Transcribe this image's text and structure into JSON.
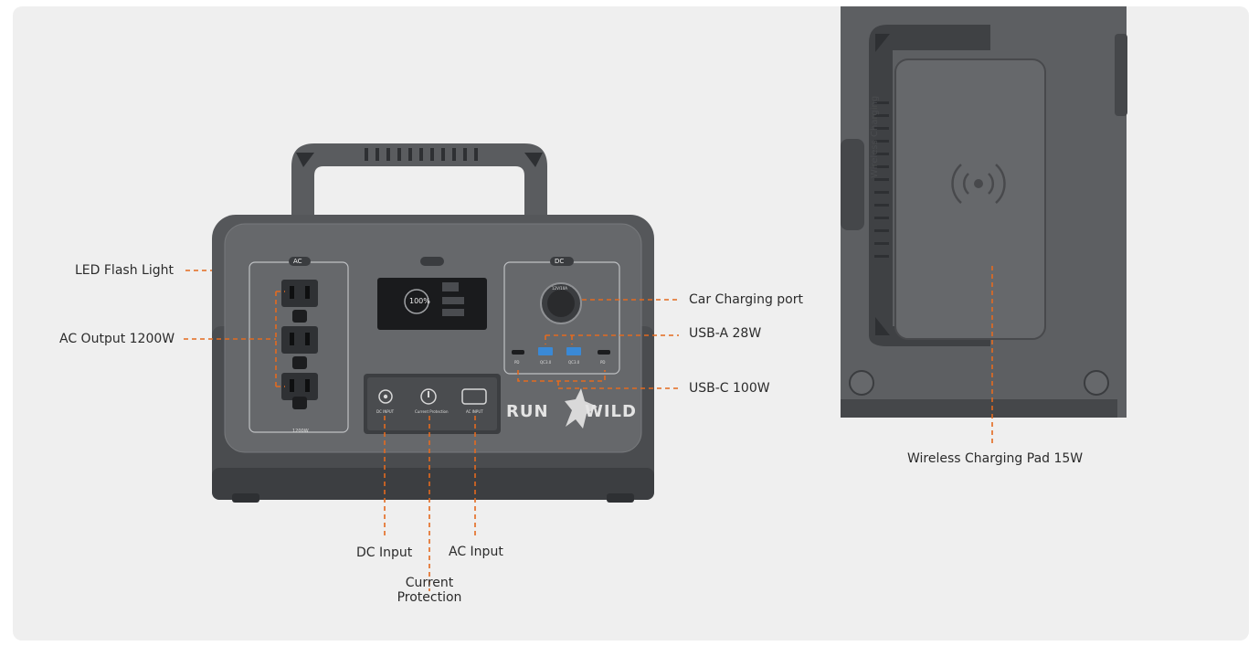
{
  "callouts": {
    "led_flash_light": "LED Flash Light",
    "ac_output": "AC Output 1200W",
    "car_charging_port": "Car Charging port",
    "usb_a": "USB-A 28W",
    "usb_c": "USB-C 100W",
    "dc_input": "DC Input",
    "ac_input": "AC Input",
    "current_protection_line1": "Current",
    "current_protection_line2": "Protection",
    "wireless_pad": "Wireless Charging Pad 15W"
  },
  "device": {
    "brand_left": "RUN",
    "brand_right": "WILD",
    "side_label": "Wireless Charging",
    "ac_badge": "AC",
    "dc_badge": "DC",
    "ac_rating": "1200W",
    "lcd_percent": "100%",
    "port_dc_input": "DC INPUT",
    "port_current_protection": "Current Protection",
    "port_ac_input": "AC INPUT",
    "port_pd": "PD",
    "port_qc": "QC3.0",
    "car_port": "12V/10A"
  },
  "colors": {
    "accent": "#e46a1f",
    "background": "#efefef",
    "device_body": "#5d5f62",
    "device_dark": "#3f4144"
  }
}
